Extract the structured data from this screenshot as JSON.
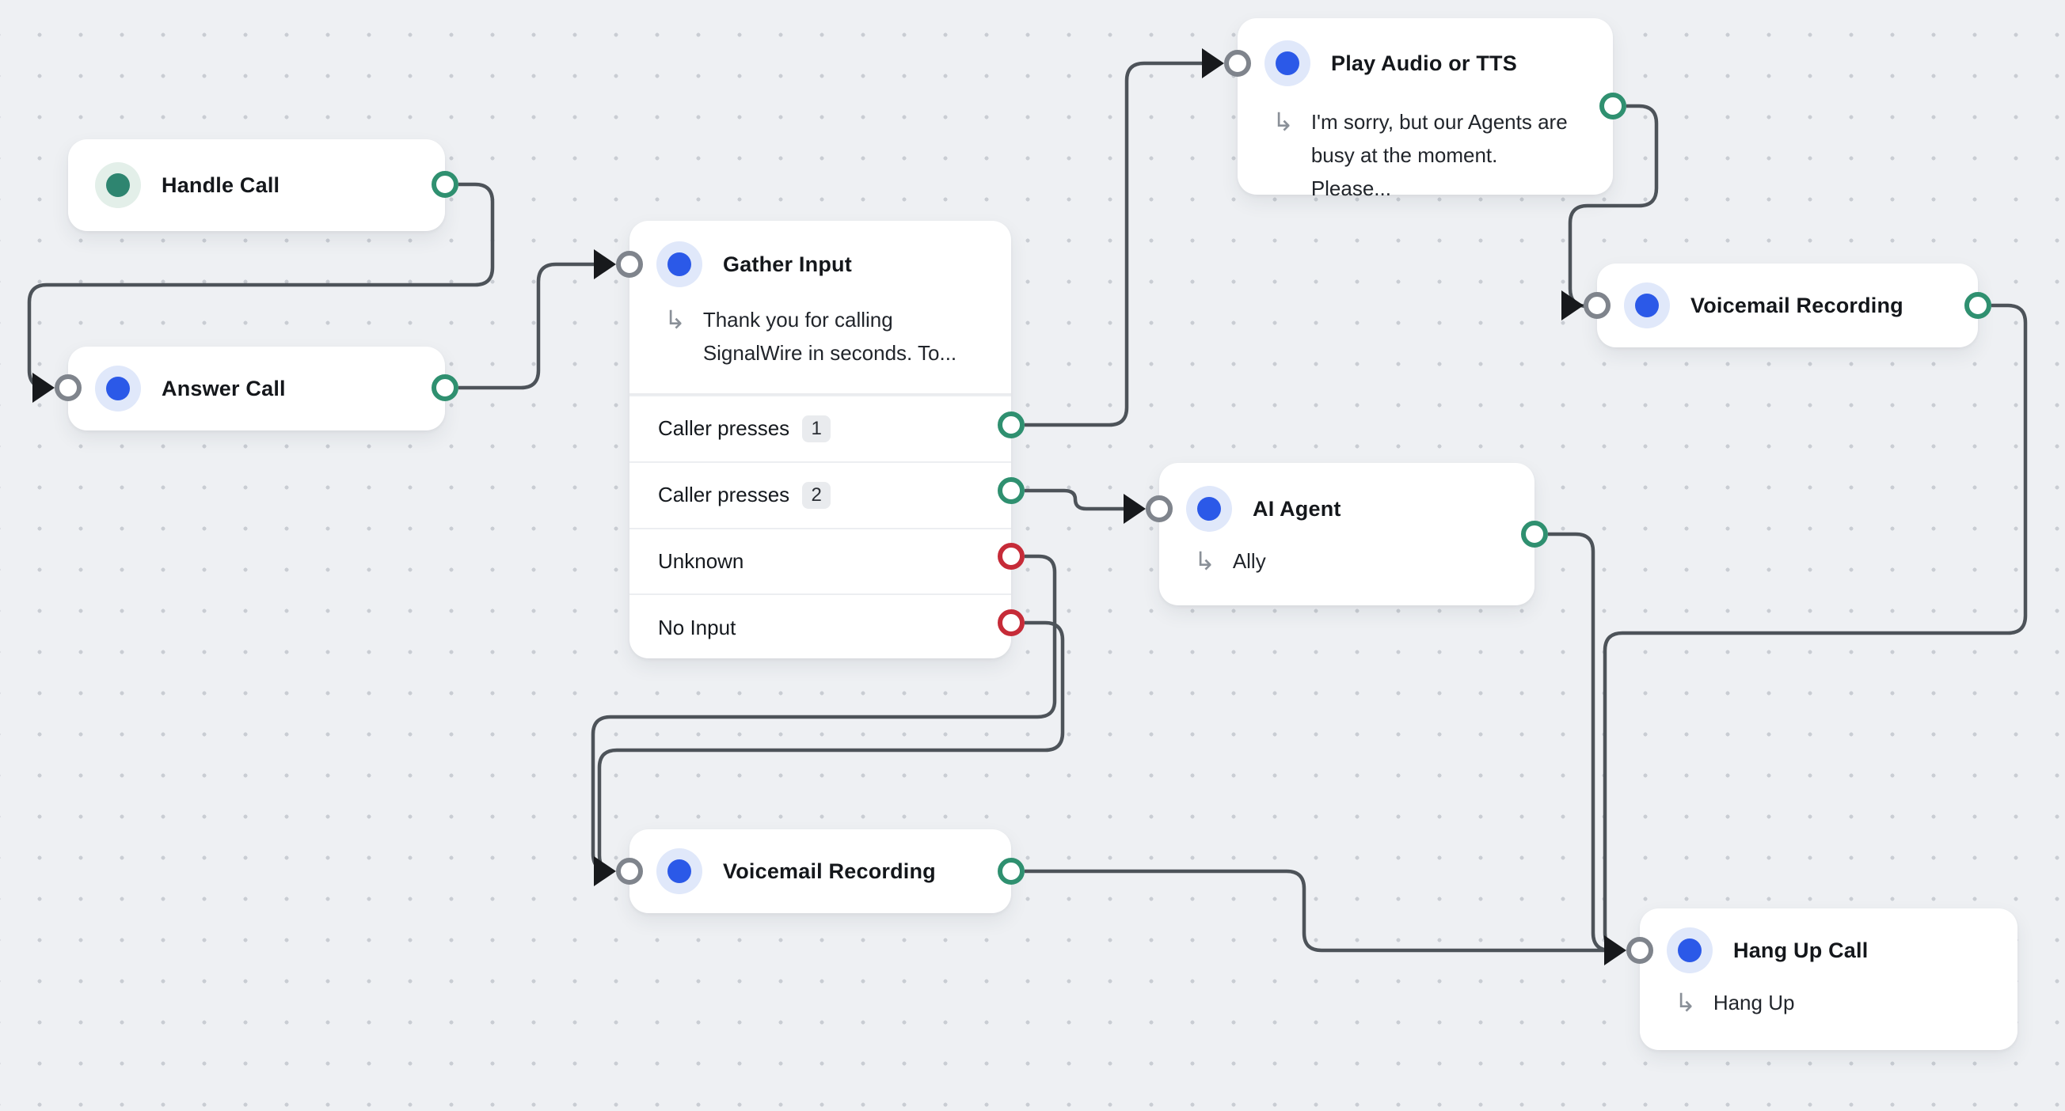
{
  "canvas": {
    "background_color": "#eef0f3",
    "dot_color": "#c9cdd3"
  },
  "colors": {
    "wire": "#4d5359",
    "arrowhead": "#17191c",
    "port_success": "#2f9070",
    "port_error": "#c62b38",
    "port_input": "#7f848c",
    "node_background": "#ffffff",
    "icon_blue": "#2b59e8",
    "icon_blue_halo": "#e0e8fa",
    "icon_teal": "#2e8570",
    "icon_teal_halo": "#e3efe9"
  },
  "nodes": [
    {
      "id": "handle-call",
      "title": "Handle Call",
      "icon": "teal"
    },
    {
      "id": "answer-call",
      "title": "Answer Call",
      "icon": "blue"
    },
    {
      "id": "gather-input",
      "title": "Gather Input",
      "icon": "blue",
      "subtitle": "Thank you for calling SignalWire in seconds. To...",
      "rows": [
        {
          "label": "Caller presses",
          "badge": "1",
          "port": "success"
        },
        {
          "label": "Caller presses",
          "badge": "2",
          "port": "success"
        },
        {
          "label": "Unknown",
          "badge": "",
          "port": "error"
        },
        {
          "label": "No Input",
          "badge": "",
          "port": "error"
        }
      ]
    },
    {
      "id": "play-audio-or-tts",
      "title": "Play Audio or TTS",
      "icon": "blue",
      "subtitle": "I'm sorry, but our Agents are busy at the moment. Please..."
    },
    {
      "id": "voicemail-recording-top",
      "title": "Voicemail Recording",
      "icon": "blue"
    },
    {
      "id": "ai-agent",
      "title": "AI Agent",
      "icon": "blue",
      "subtitle": "Ally"
    },
    {
      "id": "voicemail-recording-bottom",
      "title": "Voicemail Recording",
      "icon": "blue"
    },
    {
      "id": "hang-up-call",
      "title": "Hang Up Call",
      "icon": "blue",
      "subtitle": "Hang Up"
    }
  ]
}
